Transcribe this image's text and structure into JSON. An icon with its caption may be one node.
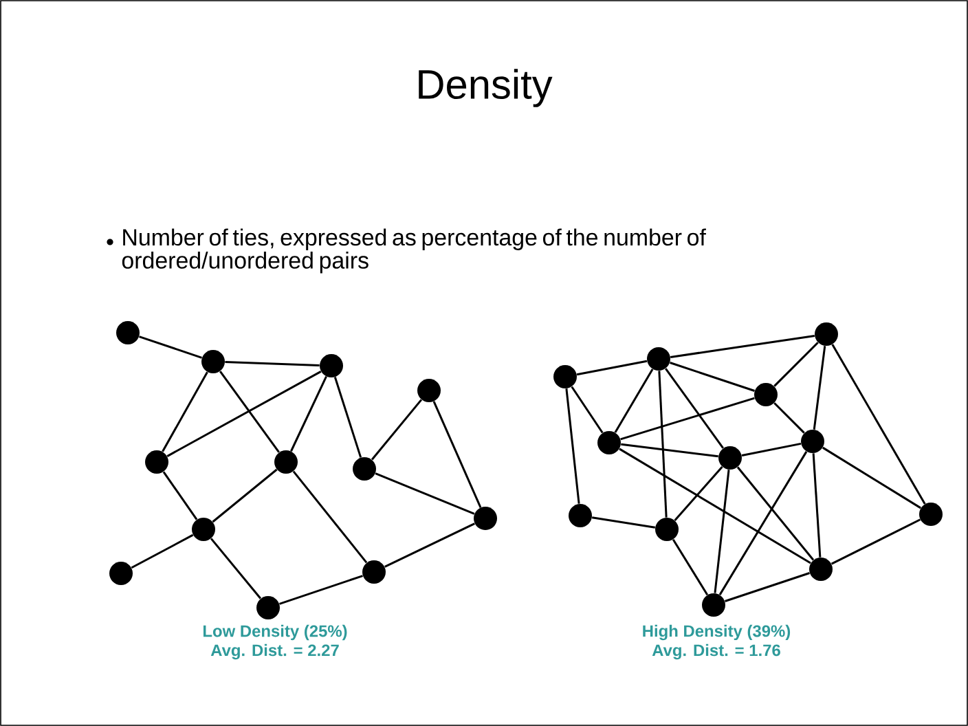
{
  "diagram": {
    "title": "Density",
    "nodes": [
      {
        "text": [],
        "shape": "circle"
      },
      {
        "text": [],
        "shape": "circle"
      },
      {
        "text": [],
        "shape": "circle"
      },
      {
        "text": [],
        "shape": "circle"
      },
      {
        "text": [],
        "shape": "circle"
      },
      {
        "text": [],
        "shape": "circle"
      },
      {
        "text": [],
        "shape": "circle"
      },
      {
        "text": [],
        "shape": "circle"
      },
      {
        "text": [],
        "shape": "circle"
      },
      {
        "text": [],
        "shape": "circle"
      },
      {
        "text": [],
        "shape": "circle"
      },
      {
        "text": [],
        "shape": "circle"
      },
      {
        "text": [],
        "shape": "circle"
      },
      {
        "text": [],
        "shape": "circle"
      },
      {
        "text": [],
        "shape": "circle"
      },
      {
        "text": [],
        "shape": "circle"
      },
      {
        "text": [],
        "shape": "circle"
      },
      {
        "text": [],
        "shape": "circle"
      },
      {
        "text": [],
        "shape": "circle"
      },
      {
        "text": [],
        "shape": "circle"
      },
      {
        "text": [],
        "shape": "circle"
      },
      {
        "text": [],
        "shape": "circle"
      },
      {
        "text": [],
        "shape": "circle"
      },
      {
        "text": [],
        "shape": "circle"
      }
    ],
    "edges": [
      {
        "from": 0,
        "to": 1,
        "arrow": "none"
      },
      {
        "from": 1,
        "to": 2,
        "arrow": "none"
      },
      {
        "from": 1,
        "to": 4,
        "arrow": "none"
      },
      {
        "from": 1,
        "to": 5,
        "arrow": "none"
      },
      {
        "from": 2,
        "to": 4,
        "arrow": "none"
      },
      {
        "from": 2,
        "to": 5,
        "arrow": "none"
      },
      {
        "from": 2,
        "to": 6,
        "arrow": "none"
      },
      {
        "from": 3,
        "to": 6,
        "arrow": "none"
      },
      {
        "from": 3,
        "to": 8,
        "arrow": "none"
      },
      {
        "from": 6,
        "to": 8,
        "arrow": "none"
      },
      {
        "from": 4,
        "to": 7,
        "arrow": "none"
      },
      {
        "from": 5,
        "to": 7,
        "arrow": "none"
      },
      {
        "from": 5,
        "to": 10,
        "arrow": "none"
      },
      {
        "from": 7,
        "to": 9,
        "arrow": "none"
      },
      {
        "from": 7,
        "to": 11,
        "arrow": "none"
      },
      {
        "from": 11,
        "to": 10,
        "arrow": "none"
      },
      {
        "from": 10,
        "to": 8,
        "arrow": "none"
      },
      {
        "from": 12,
        "to": 13,
        "arrow": "none"
      },
      {
        "from": 12,
        "to": 16,
        "arrow": "none"
      },
      {
        "from": 12,
        "to": 19,
        "arrow": "none"
      },
      {
        "from": 13,
        "to": 14,
        "arrow": "none"
      },
      {
        "from": 13,
        "to": 16,
        "arrow": "none"
      },
      {
        "from": 13,
        "to": 20,
        "arrow": "none"
      },
      {
        "from": 13,
        "to": 17,
        "arrow": "none"
      },
      {
        "from": 13,
        "to": 15,
        "arrow": "none"
      },
      {
        "from": 14,
        "to": 15,
        "arrow": "none"
      },
      {
        "from": 14,
        "to": 18,
        "arrow": "none"
      },
      {
        "from": 14,
        "to": 21,
        "arrow": "none"
      },
      {
        "from": 15,
        "to": 16,
        "arrow": "none"
      },
      {
        "from": 15,
        "to": 18,
        "arrow": "none"
      },
      {
        "from": 16,
        "to": 17,
        "arrow": "none"
      },
      {
        "from": 16,
        "to": 22,
        "arrow": "none"
      },
      {
        "from": 17,
        "to": 18,
        "arrow": "none"
      },
      {
        "from": 17,
        "to": 20,
        "arrow": "none"
      },
      {
        "from": 17,
        "to": 23,
        "arrow": "none"
      },
      {
        "from": 17,
        "to": 22,
        "arrow": "none"
      },
      {
        "from": 18,
        "to": 23,
        "arrow": "none"
      },
      {
        "from": 18,
        "to": 22,
        "arrow": "none"
      },
      {
        "from": 18,
        "to": 21,
        "arrow": "none"
      },
      {
        "from": 19,
        "to": 20,
        "arrow": "none"
      },
      {
        "from": 20,
        "to": 23,
        "arrow": "none"
      },
      {
        "from": 23,
        "to": 22,
        "arrow": "none"
      },
      {
        "from": 22,
        "to": 21,
        "arrow": "none"
      }
    ],
    "labels": [
      "Number of ties, expressed as percentage of the number of ordered/unordered pairs",
      "Low Density (25%)",
      "Avg. Dist. = 2.27",
      "High Density (39%)",
      "Avg. Dist. = 1.76"
    ]
  }
}
